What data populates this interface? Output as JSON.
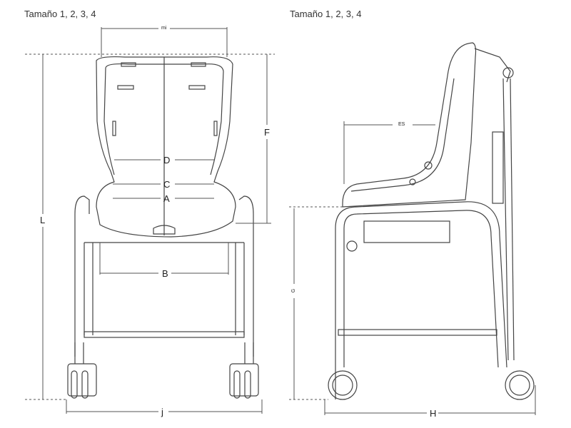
{
  "titles": {
    "front": "Tamaño 1, 2, 3, 4",
    "side": "Tamaño 1, 2, 3, 4"
  },
  "dimensions": {
    "front": {
      "top_width": "mi",
      "F": "F",
      "D": "D",
      "C": "C",
      "A": "A",
      "B": "B",
      "L": "L",
      "j": "j"
    },
    "side": {
      "ES": "ES",
      "G": "G",
      "H": "H"
    }
  },
  "colors": {
    "line": "#444444",
    "dim": "#555555"
  }
}
